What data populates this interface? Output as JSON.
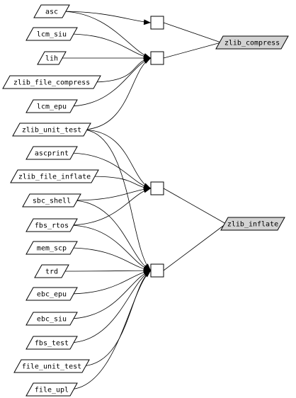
{
  "diagram": {
    "sources": [
      {
        "id": "asc",
        "label": "asc"
      },
      {
        "id": "lcm_siu",
        "label": "lcm_siu"
      },
      {
        "id": "lih",
        "label": "lih"
      },
      {
        "id": "zlib_file_compress",
        "label": "zlib_file_compress"
      },
      {
        "id": "lcm_epu",
        "label": "lcm_epu"
      },
      {
        "id": "zlib_unit_test",
        "label": "zlib_unit_test"
      },
      {
        "id": "ascprint",
        "label": "ascprint"
      },
      {
        "id": "zlib_file_inflate",
        "label": "zlib_file_inflate"
      },
      {
        "id": "sbc_shell",
        "label": "sbc_shell"
      },
      {
        "id": "fbs_rtos",
        "label": "fbs_rtos"
      },
      {
        "id": "mem_scp",
        "label": "mem_scp"
      },
      {
        "id": "trd",
        "label": "trd"
      },
      {
        "id": "ebc_epu",
        "label": "ebc_epu"
      },
      {
        "id": "ebc_siu",
        "label": "ebc_siu"
      },
      {
        "id": "fbs_test",
        "label": "fbs_test"
      },
      {
        "id": "file_unit_test",
        "label": "file_unit_test"
      },
      {
        "id": "file_upl",
        "label": "file_upl"
      }
    ],
    "targets": [
      {
        "id": "zlib_compress",
        "label": "zlib_compress"
      },
      {
        "id": "zlib_inflate",
        "label": "zlib_inflate"
      }
    ],
    "junctions": [
      "j1",
      "j2",
      "j3",
      "j4"
    ],
    "edges": [
      {
        "from": "asc",
        "to": "j1"
      },
      {
        "from": "asc",
        "to": "j2"
      },
      {
        "from": "lcm_siu",
        "to": "j2"
      },
      {
        "from": "lih",
        "to": "j2"
      },
      {
        "from": "zlib_file_compress",
        "to": "j2"
      },
      {
        "from": "lcm_epu",
        "to": "j2"
      },
      {
        "from": "zlib_unit_test",
        "to": "j2"
      },
      {
        "from": "zlib_unit_test",
        "to": "j3"
      },
      {
        "from": "zlib_unit_test",
        "to": "j4"
      },
      {
        "from": "ascprint",
        "to": "j3"
      },
      {
        "from": "zlib_file_inflate",
        "to": "j3"
      },
      {
        "from": "sbc_shell",
        "to": "j3"
      },
      {
        "from": "sbc_shell",
        "to": "j4"
      },
      {
        "from": "fbs_rtos",
        "to": "j3"
      },
      {
        "from": "fbs_rtos",
        "to": "j4"
      },
      {
        "from": "mem_scp",
        "to": "j4"
      },
      {
        "from": "trd",
        "to": "j4"
      },
      {
        "from": "ebc_epu",
        "to": "j4"
      },
      {
        "from": "ebc_siu",
        "to": "j4"
      },
      {
        "from": "fbs_test",
        "to": "j4"
      },
      {
        "from": "file_unit_test",
        "to": "j4"
      },
      {
        "from": "file_upl",
        "to": "j4"
      },
      {
        "from": "j1",
        "to": "zlib_compress",
        "arrow": false
      },
      {
        "from": "j2",
        "to": "zlib_compress",
        "arrow": false
      },
      {
        "from": "j3",
        "to": "zlib_inflate",
        "arrow": false
      },
      {
        "from": "j4",
        "to": "zlib_inflate",
        "arrow": false
      }
    ]
  }
}
